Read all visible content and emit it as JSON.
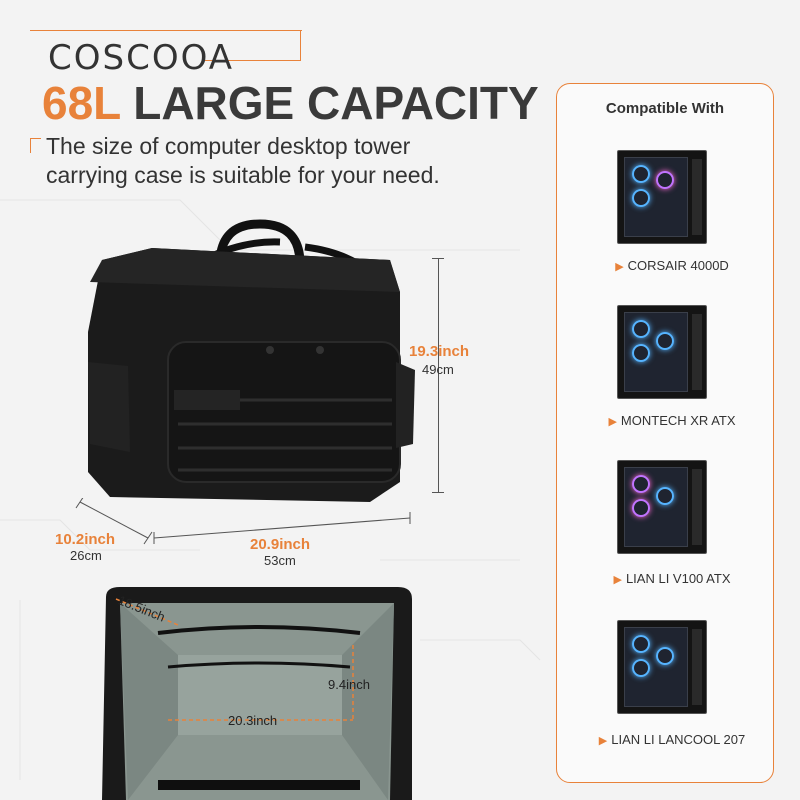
{
  "brand": "COSCOOA",
  "headline": {
    "accent": "68L",
    "rest": "LARGE CAPACITY"
  },
  "tagline": "The size of computer desktop tower carrying case is suitable for your need.",
  "dimensions": {
    "height": {
      "inch": "19.3inch",
      "cm": "49cm"
    },
    "depth": {
      "inch": "10.2inch",
      "cm": "26cm"
    },
    "width": {
      "inch": "20.9inch",
      "cm": "53cm"
    }
  },
  "inside": {
    "depth": "18.5inch",
    "width": "20.3inch",
    "height": "9.4inch"
  },
  "compatible": {
    "title": "Compatible With",
    "cases": [
      {
        "name": "CORSAIR 4000D"
      },
      {
        "name": "MONTECH XR ATX"
      },
      {
        "name": "LIAN LI V100 ATX"
      },
      {
        "name": "LIAN LI LANCOOL 207"
      }
    ]
  },
  "colors": {
    "accent": "#e8823a",
    "text": "#333333",
    "bag": "#1b1b1b"
  }
}
